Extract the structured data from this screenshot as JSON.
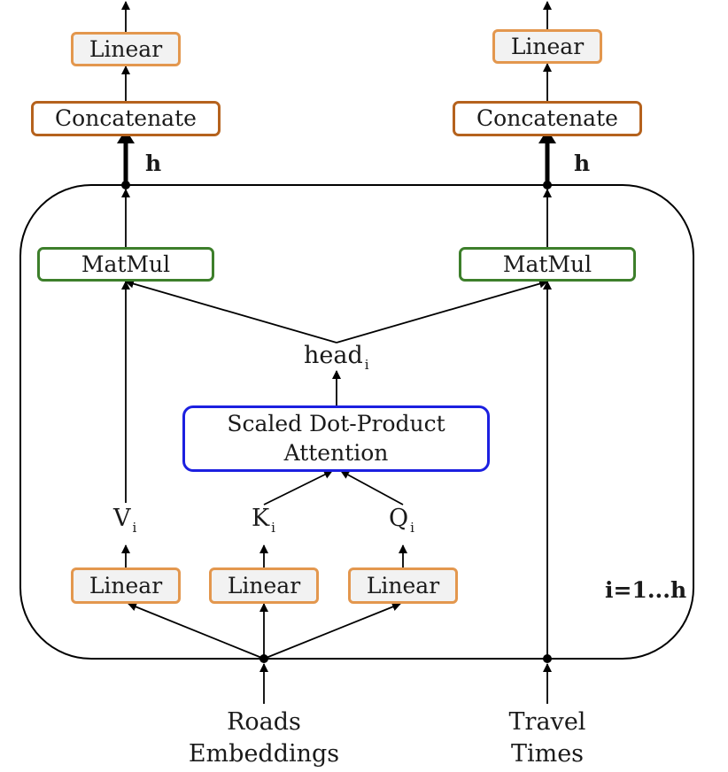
{
  "left": {
    "linear_top": "Linear",
    "concatenate": "Concatenate",
    "h_label": "h",
    "matmul": "MatMul",
    "v_label": "V",
    "v_sub": "i",
    "linear_v": "Linear",
    "input_line1": "Roads",
    "input_line2": "Embeddings"
  },
  "right": {
    "linear_top": "Linear",
    "concatenate": "Concatenate",
    "h_label": "h",
    "matmul": "MatMul",
    "input_line1": "Travel",
    "input_line2": "Times"
  },
  "center": {
    "head_label": "head",
    "head_sub": "i",
    "sdpa_line1": "Scaled Dot-Product",
    "sdpa_line2": "Attention",
    "k_label": "K",
    "k_sub": "i",
    "q_label": "Q",
    "q_sub": "i",
    "linear_k": "Linear",
    "linear_q": "Linear"
  },
  "repeat_label": "i=1...h",
  "colors": {
    "linear_border": "#e3974e",
    "concat_border": "#b5621d",
    "matmul_border": "#3d7f2b",
    "attention_border": "#1c20e0"
  }
}
